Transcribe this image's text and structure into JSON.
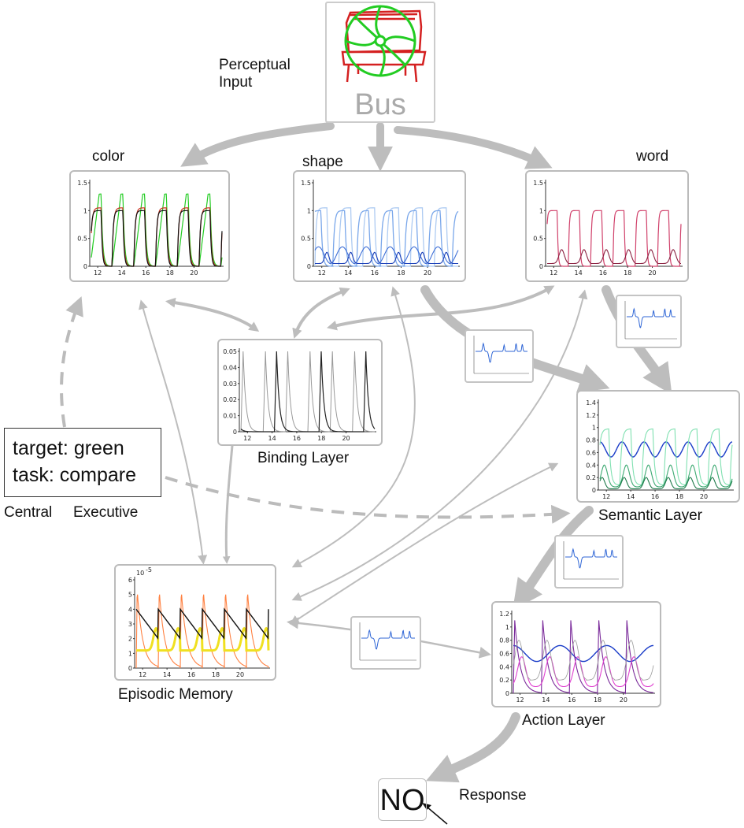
{
  "labels": {
    "perceptual_input_line1": "Perceptual",
    "perceptual_input_line2": "Input",
    "bus_word": "Bus",
    "color": "color",
    "shape": "shape",
    "word": "word",
    "binding_layer": "Binding Layer",
    "semantic_layer": "Semantic Layer",
    "episodic_memory": "Episodic Memory",
    "action_layer": "Action Layer",
    "central": "Central",
    "executive": "Executive",
    "response": "Response",
    "response_value": "NO"
  },
  "executive_box": {
    "line1": "target: green",
    "line2": "task: compare"
  },
  "colors": {
    "arrow": "#bdbdbd",
    "bus_chair": "#d42020",
    "bus_wheel": "#22cc22"
  },
  "chart_data": [
    {
      "name": "color",
      "type": "line",
      "x_ticks": [
        "12",
        "14",
        "16",
        "18",
        "20"
      ],
      "y_ticks": [
        "0",
        "0.5",
        "1",
        "1.5"
      ],
      "ylim": [
        0,
        1.5
      ],
      "series_colors": [
        "#22cc22",
        "#cc3322",
        "#111111"
      ],
      "peaks": [
        1.3,
        1.05,
        1.0
      ]
    },
    {
      "name": "shape",
      "type": "line",
      "x_ticks": [
        "12",
        "14",
        "16",
        "18",
        "20"
      ],
      "y_ticks": [
        "0",
        "0.5",
        "1",
        "1.5"
      ],
      "ylim": [
        0,
        1.5
      ],
      "series_colors": [
        "#aecbf2",
        "#7aa7ea",
        "#3f6fd6",
        "#1a3fb8"
      ]
    },
    {
      "name": "word",
      "type": "line",
      "x_ticks": [
        "12",
        "14",
        "16",
        "18",
        "20"
      ],
      "y_ticks": [
        "0",
        "0.5",
        "1",
        "1.5"
      ],
      "ylim": [
        0,
        1.5
      ],
      "series_colors": [
        "#d0406a",
        "#8a2040"
      ]
    },
    {
      "name": "binding",
      "type": "line",
      "x_ticks": [
        "12",
        "14",
        "16",
        "18",
        "20"
      ],
      "y_ticks": [
        "0",
        "0.01",
        "0.02",
        "0.03",
        "0.04",
        "0.05"
      ],
      "ylim": [
        0,
        0.05
      ],
      "series_colors": [
        "#999999",
        "#222222"
      ]
    },
    {
      "name": "semantic",
      "type": "line",
      "x_ticks": [
        "12",
        "14",
        "16",
        "18",
        "20"
      ],
      "y_ticks": [
        "0",
        "0.2",
        "0.4",
        "0.6",
        "0.8",
        "1",
        "1.2",
        "1.4"
      ],
      "ylim": [
        0,
        1.4
      ],
      "series_colors": [
        "#1a3cc8",
        "#7fe0b0",
        "#3aa870",
        "#1e7a4a"
      ]
    },
    {
      "name": "episodic",
      "type": "line",
      "x_ticks": [
        "12",
        "14",
        "16",
        "18",
        "20"
      ],
      "y_ticks": [
        "0",
        "1",
        "2",
        "3",
        "4",
        "5",
        "6"
      ],
      "ylim": [
        0,
        6
      ],
      "exponent_label": "10",
      "exponent_power": "-5",
      "series_colors": [
        "#ff8040",
        "#f0e020",
        "#111111"
      ]
    },
    {
      "name": "action",
      "type": "line",
      "x_ticks": [
        "12",
        "14",
        "16",
        "18",
        "20"
      ],
      "y_ticks": [
        "0",
        "0.2",
        "0.4",
        "0.6",
        "0.8",
        "1",
        "1.2"
      ],
      "ylim": [
        0,
        1.2
      ],
      "series_colors": [
        "#1a3cc8",
        "#7a2a9a",
        "#e040d0",
        "#999999"
      ]
    }
  ]
}
